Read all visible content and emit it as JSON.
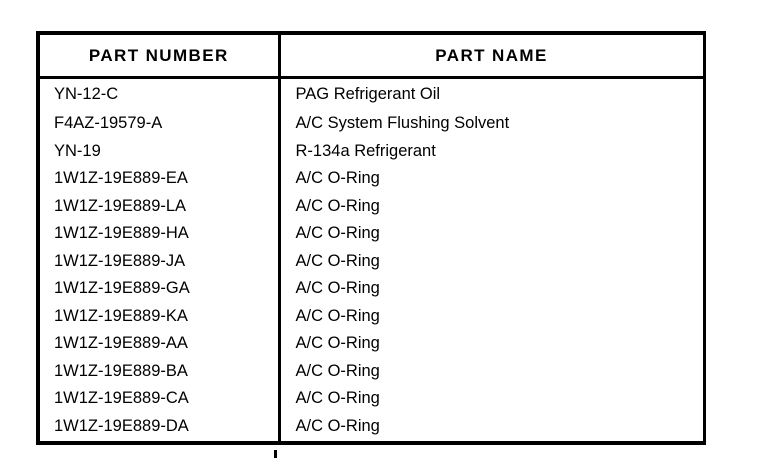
{
  "document": {
    "type": "parts-table",
    "table": {
      "columns": [
        {
          "key": "part_number",
          "label": "PART NUMBER",
          "align": "center"
        },
        {
          "key": "part_name",
          "label": "PART NAME",
          "align": "center"
        }
      ],
      "rows": [
        {
          "part_number": "YN-12-C",
          "part_name": "PAG Refrigerant Oil"
        },
        {
          "part_number": "F4AZ-19579-A",
          "part_name": "A/C System Flushing Solvent"
        },
        {
          "part_number": "YN-19",
          "part_name": "R-134a Refrigerant"
        },
        {
          "part_number": "1W1Z-19E889-EA",
          "part_name": "A/C O-Ring"
        },
        {
          "part_number": "1W1Z-19E889-LA",
          "part_name": "A/C O-Ring"
        },
        {
          "part_number": "1W1Z-19E889-HA",
          "part_name": "A/C O-Ring"
        },
        {
          "part_number": "1W1Z-19E889-JA",
          "part_name": "A/C O-Ring"
        },
        {
          "part_number": "1W1Z-19E889-GA",
          "part_name": "A/C O-Ring"
        },
        {
          "part_number": "1W1Z-19E889-KA",
          "part_name": "A/C O-Ring"
        },
        {
          "part_number": "1W1Z-19E889-AA",
          "part_name": "A/C O-Ring"
        },
        {
          "part_number": "1W1Z-19E889-BA",
          "part_name": "A/C O-Ring"
        },
        {
          "part_number": "1W1Z-19E889-CA",
          "part_name": "A/C O-Ring"
        },
        {
          "part_number": "1W1Z-19E889-DA",
          "part_name": "A/C O-Ring"
        }
      ]
    },
    "colors": {
      "ink": "#000000",
      "paper": "#ffffff"
    }
  }
}
